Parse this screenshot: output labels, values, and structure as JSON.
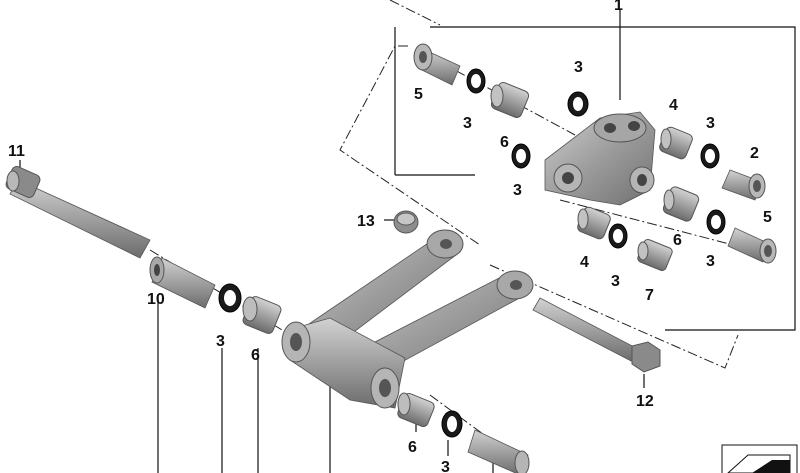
{
  "diagram": {
    "callouts": [
      "1",
      "2",
      "3",
      "4",
      "5",
      "6",
      "7",
      "10",
      "11",
      "12",
      "13"
    ],
    "parts": {
      "p1": {
        "callout": "1",
        "kind": "link-bracket"
      },
      "p2": {
        "callout": "2",
        "kind": "bushing"
      },
      "p3": {
        "callout": "3",
        "kind": "seal-ring"
      },
      "p4": {
        "callout": "4",
        "kind": "bushing"
      },
      "p5": {
        "callout": "5",
        "kind": "flanged-bushing"
      },
      "p6": {
        "callout": "6",
        "kind": "bushing"
      },
      "p7": {
        "callout": "7",
        "kind": "spacer"
      },
      "p10": {
        "callout": "10",
        "kind": "sleeve"
      },
      "p11": {
        "callout": "11",
        "kind": "bolt"
      },
      "p12": {
        "callout": "12",
        "kind": "hex-bolt"
      },
      "p13": {
        "callout": "13",
        "kind": "nut"
      }
    },
    "colors": {
      "part_fill": "#9a9a9a",
      "part_dark": "#6e6e6e",
      "part_light": "#c8c8c8",
      "seal": "#1a1a1a",
      "line": "#111111"
    }
  }
}
